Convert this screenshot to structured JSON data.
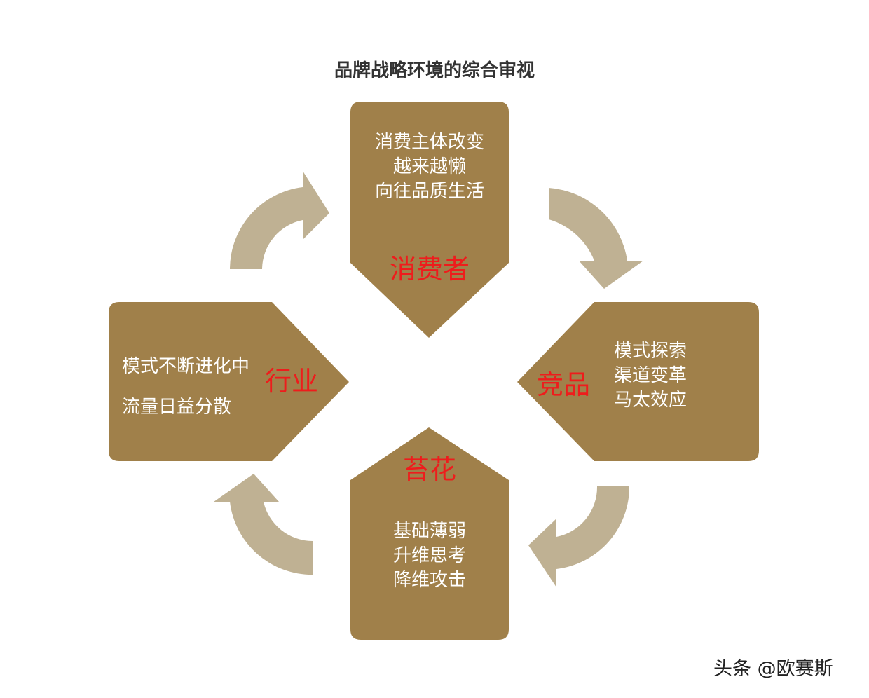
{
  "title": "品牌战略环境的综合审视",
  "colors": {
    "box": "#a0804a",
    "arrow": "#bfb193",
    "label": "#ee1c1c",
    "text": "#ffffff"
  },
  "nodes": {
    "consumer": {
      "label": "消费者",
      "lines": [
        "消费主体改变",
        "越来越懒",
        "向往品质生活"
      ]
    },
    "competitor": {
      "label": "竞品",
      "lines": [
        "模式探索",
        "渠道变革",
        "马太效应"
      ]
    },
    "taihua": {
      "label": "苔花",
      "lines": [
        "基础薄弱",
        "升维思考",
        "降维攻击"
      ]
    },
    "industry": {
      "label": "行业",
      "lines": [
        "模式不断进化中",
        "流量日益分散"
      ]
    }
  },
  "watermark": "头条 @欧赛斯"
}
